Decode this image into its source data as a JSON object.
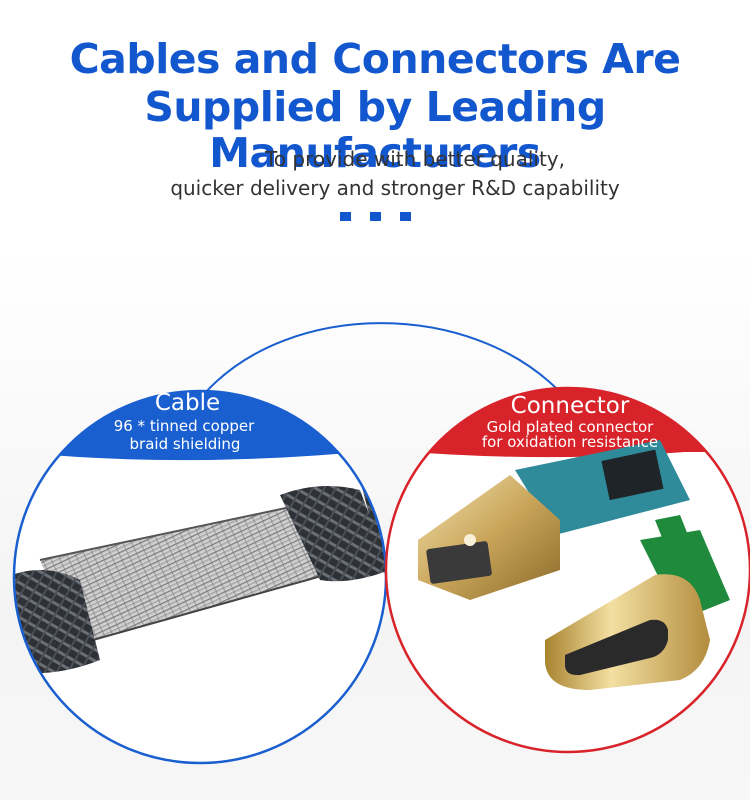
{
  "heading": {
    "line1": "Cables and Connectors Are",
    "line2": "Supplied by Leading Manufacturers"
  },
  "subtitle": {
    "line1": "To provide with better quality,",
    "line2": "quicker delivery and stronger R&D capability"
  },
  "colors": {
    "brand_blue": "#1357cf",
    "connector_red": "#d8232a",
    "cable_blue": "#1a5fd0"
  },
  "cable_panel": {
    "title": "Cable",
    "desc_line1": "96 * tinned copper",
    "desc_line2": "braid shielding"
  },
  "connector_panel": {
    "title": "Connector",
    "desc_line1": "Gold plated connector",
    "desc_line2": "for oxidation resistance"
  }
}
